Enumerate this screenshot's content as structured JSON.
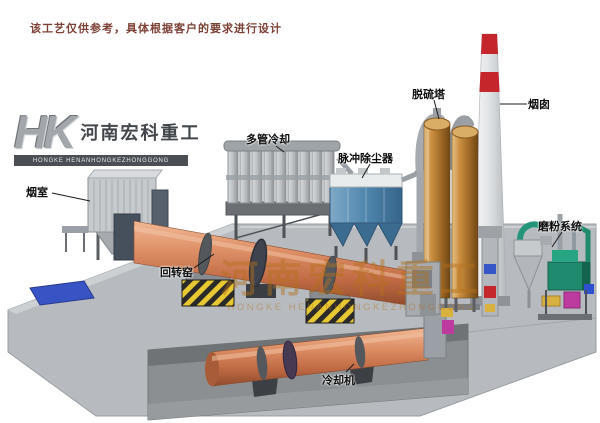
{
  "page": {
    "note": "该工艺仅供参考，具体根据客户的要求进行设计"
  },
  "logo": {
    "monogram": "HK",
    "name_cn": "河南宏科重工",
    "name_en_bar": "HONGKE HENANHONGKEZHONGGONG"
  },
  "watermark": {
    "cn": "河南宏科重工",
    "en": "HONGKE HENANHONGKEZHONGGONG"
  },
  "labels": {
    "smoke_chamber": "烟室",
    "multi_tube_cooler": "多管冷却",
    "pulse_dust_collector": "脉冲除尘器",
    "desulfurization_tower": "脱硫塔",
    "chimney": "烟囱",
    "rotary_kiln": "回转窑",
    "grinding_system": "磨粉系统",
    "cooling_machine": "冷却机"
  },
  "colors": {
    "kiln_shell": "#cd7f59",
    "dust_collector": "#4f86ad",
    "tower": "#b5782f",
    "chimney_band": "#c4262c",
    "platform": "#b7bbbf",
    "hazard_yellow": "#e8c832",
    "watermark": "#b4701c"
  }
}
